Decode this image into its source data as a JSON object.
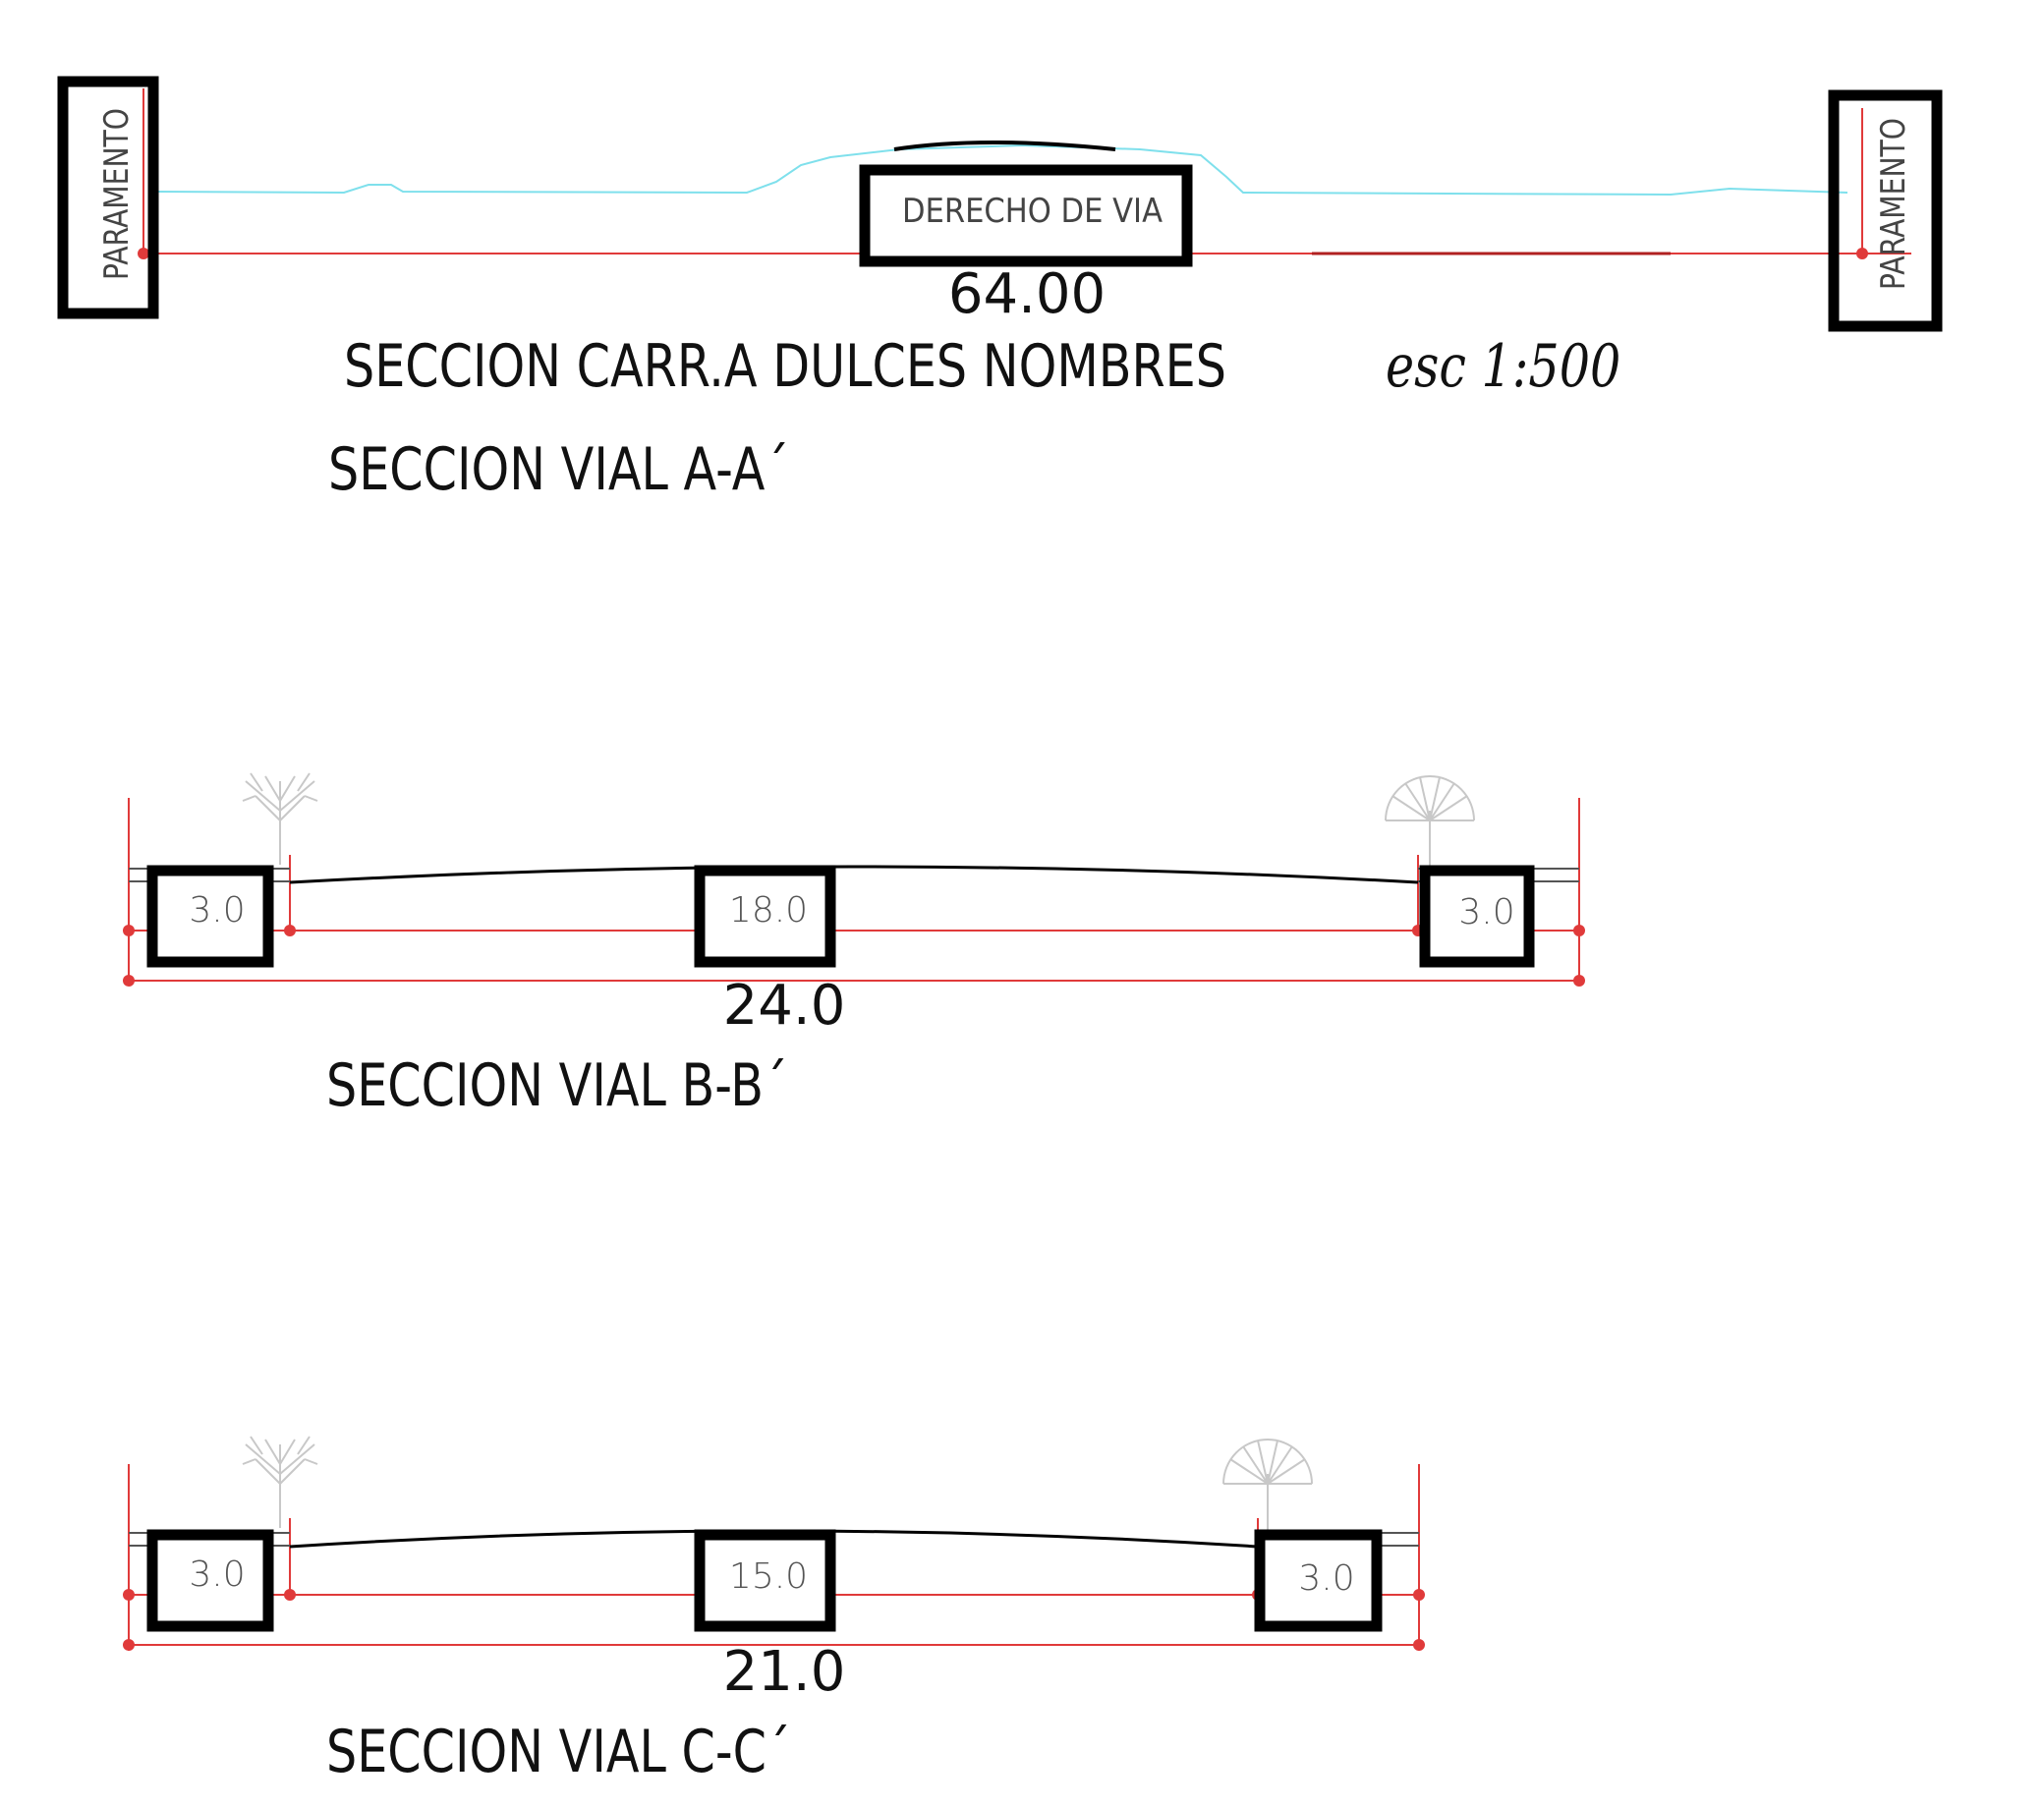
{
  "colors": {
    "dimension_line": "#e03a3a",
    "terrain_profile": "#7fe0ec",
    "frame": "#000000",
    "text": "#111111",
    "tree": "#c8c8c8"
  },
  "section_carretera": {
    "left_label": "PARAMENTO",
    "right_label": "PARAMENTO",
    "center_label": "DERECHO DE VIA",
    "total_width": "64.00",
    "title_main": "SECCION  CARR.A  DULCES NOMBRES",
    "title_scale": "esc 1:500"
  },
  "section_a": {
    "title": "SECCION   VIAL  A-A´"
  },
  "section_b": {
    "segments": [
      "3.0",
      "18.0",
      "3.0"
    ],
    "total_width": "24.0",
    "title": "SECCION   VIAL  B-B´",
    "left_tree_icon": "bare-tree-icon",
    "right_tree_icon": "palm-tree-icon"
  },
  "section_c": {
    "segments": [
      "3.0",
      "15.0",
      "3.0"
    ],
    "total_width": "21.0",
    "title": "SECCION   VIAL  C-C´",
    "left_tree_icon": "bare-tree-icon",
    "right_tree_icon": "palm-tree-icon"
  }
}
